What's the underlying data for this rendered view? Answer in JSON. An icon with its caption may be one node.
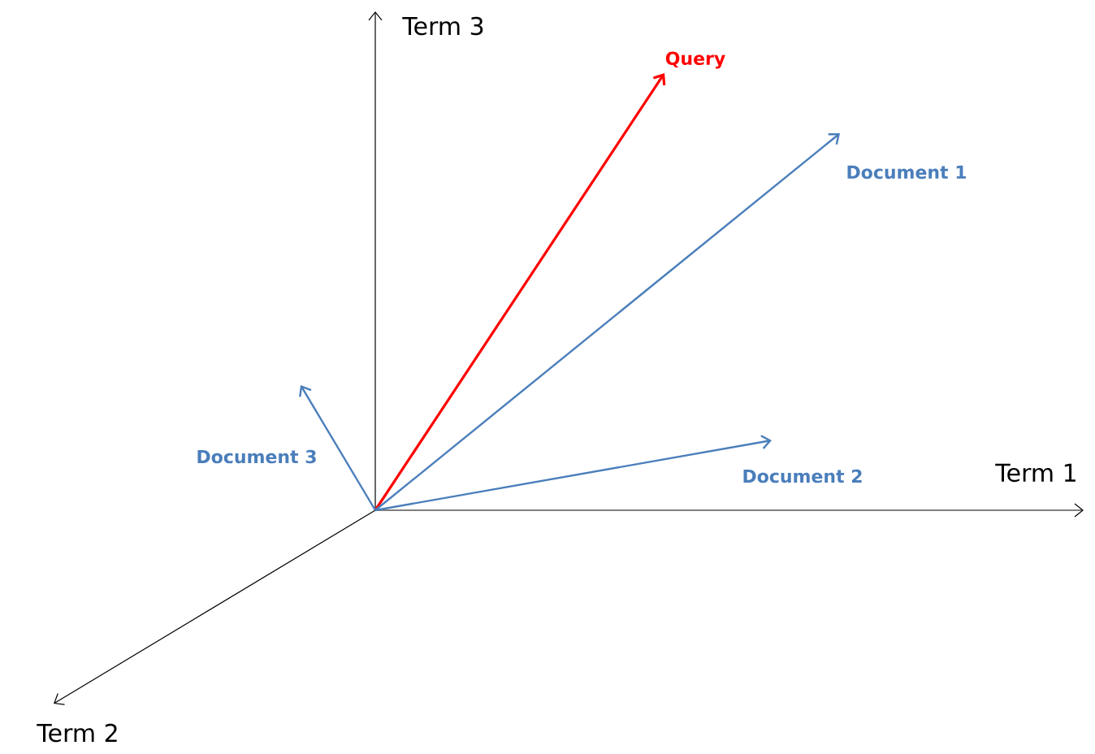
{
  "diagram": {
    "labels": [
      "Term 3",
      "Query",
      "Document 1",
      "Document 3",
      "Document 2",
      "Term 1",
      "Term 2"
    ]
  }
}
